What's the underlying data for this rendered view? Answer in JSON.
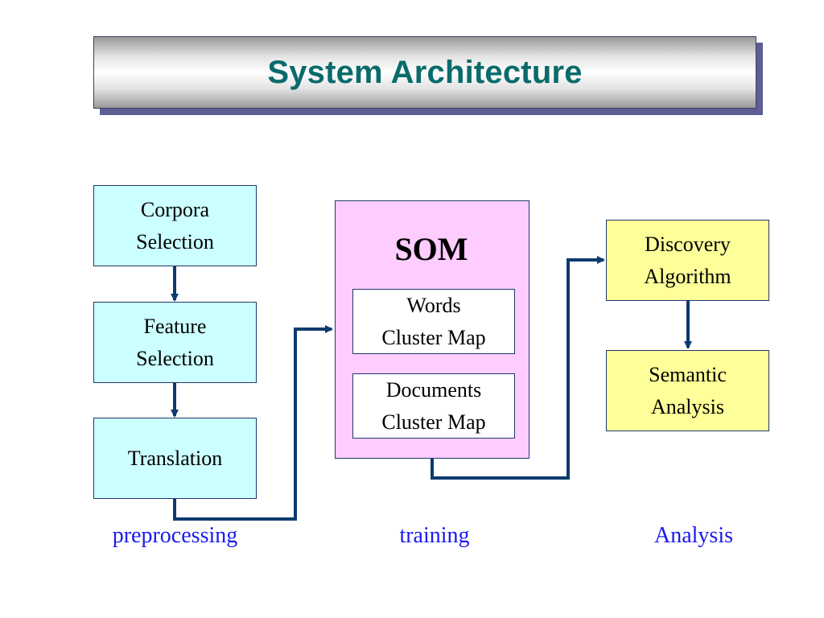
{
  "title": "System Architecture",
  "preprocessing": {
    "corpora_selection": "Corpora\nSelection",
    "feature_selection": "Feature\nSelection",
    "translation": "Translation"
  },
  "training": {
    "som_label": "SOM",
    "words_cluster_map": "Words\nCluster Map",
    "documents_cluster_map": "Documents\nCluster Map"
  },
  "analysis": {
    "discovery_algorithm": "Discovery\nAlgorithm",
    "semantic_analysis": "Semantic\nAnalysis"
  },
  "stages": {
    "preprocessing": "preprocessing",
    "training": "training",
    "analysis": "Analysis"
  },
  "colors": {
    "title_text": "#0a6b6b",
    "preprocessing_box": "#ccffff",
    "som_box": "#ffccff",
    "analysis_box": "#ffff99",
    "connector": "#0d3a6e",
    "stage_label": "#1a1af0"
  }
}
